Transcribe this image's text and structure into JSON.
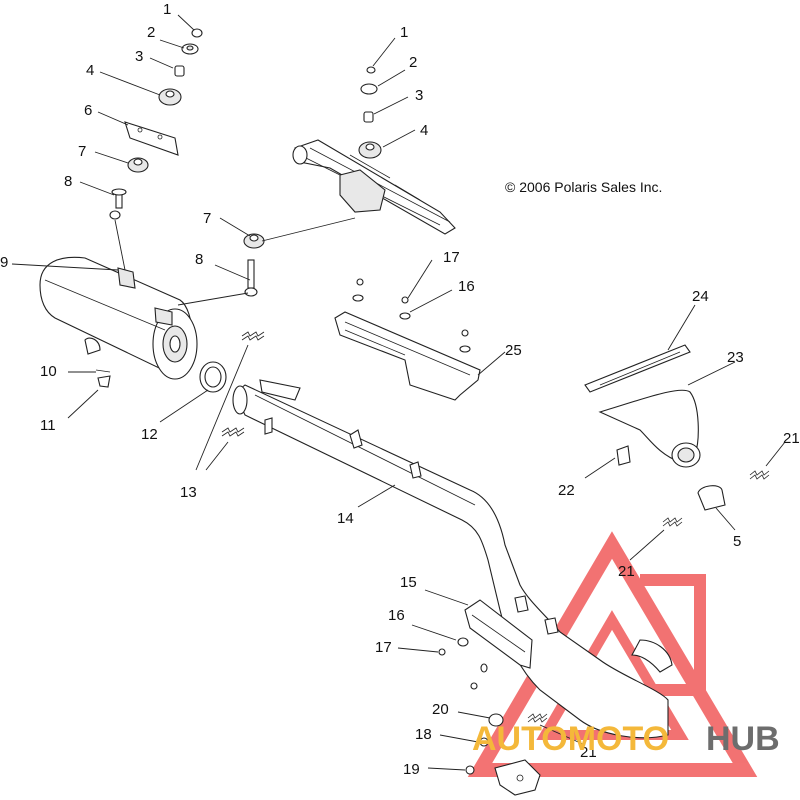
{
  "copyright": "© 2006 Polaris Sales Inc.",
  "callouts": {
    "c1a": "1",
    "c2a": "2",
    "c3a": "3",
    "c4a": "4",
    "c6": "6",
    "c7a": "7",
    "c8a": "8",
    "c1b": "1",
    "c2b": "2",
    "c3b": "3",
    "c4b": "4",
    "c7b": "7",
    "c8b": "8",
    "c9": "9",
    "c10": "10",
    "c11": "11",
    "c12": "12",
    "c13": "13",
    "c14": "14",
    "c15": "15",
    "c16a": "16",
    "c16b": "16",
    "c17a": "17",
    "c17b": "17",
    "c18": "18",
    "c19": "19",
    "c20": "20",
    "c21a": "21",
    "c21b": "21",
    "c21c": "21",
    "c22": "22",
    "c23": "23",
    "c24": "24",
    "c25": "25",
    "c5": "5"
  },
  "watermark": {
    "part1": "AUTOMOTO",
    "part2": "HUB",
    "colors": {
      "triangle": "#f05050",
      "text1": "#f4b83a",
      "text2": "#6d6d6d"
    }
  }
}
